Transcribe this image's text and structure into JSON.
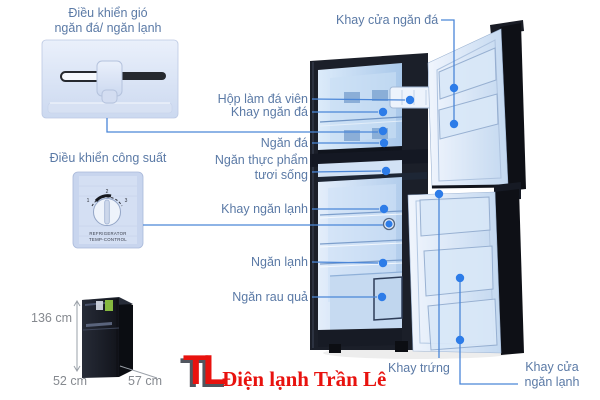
{
  "colors": {
    "background": "#ffffff",
    "label_text": "#5b7aa6",
    "leader_line": "#4a86d8",
    "dot": "#2d7ce8",
    "brand_red": "#e8120e",
    "dimension_text": "#85898f"
  },
  "air_control": {
    "title_line1": "Điều khiển gió",
    "title_line2": "ngăn đá/ ngăn lạnh"
  },
  "power_control": {
    "title": "Điều khiển công suất",
    "dial_marks": [
      "1",
      "2",
      "3"
    ],
    "dial_caption_line1": "REFRIGERATOR",
    "dial_caption_line2": "TEMP-CONTROL"
  },
  "dimensions": {
    "height": "136 cm",
    "width": "52 cm",
    "depth": "57 cm"
  },
  "callouts": {
    "ice_cube_box": "Hộp làm đá viên",
    "freezer_tray": "Khay ngăn đá",
    "freezer_compartment": "Ngăn đá",
    "fresh_food_line1": "Ngăn thực phẩm",
    "fresh_food_line2": "tươi sống",
    "fridge_tray": "Khay ngăn lạnh",
    "fridge_compartment": "Ngăn lạnh",
    "vegetable_box": "Ngăn rau quả",
    "freezer_door_tray": "Khay cửa ngăn đá",
    "egg_tray": "Khay trứng",
    "fridge_door_tray_line1": "Khay cửa",
    "fridge_door_tray_line2": "ngăn lạnh"
  },
  "branding": {
    "monogram": "TL",
    "name": "Điện lạnh Trần Lê"
  }
}
